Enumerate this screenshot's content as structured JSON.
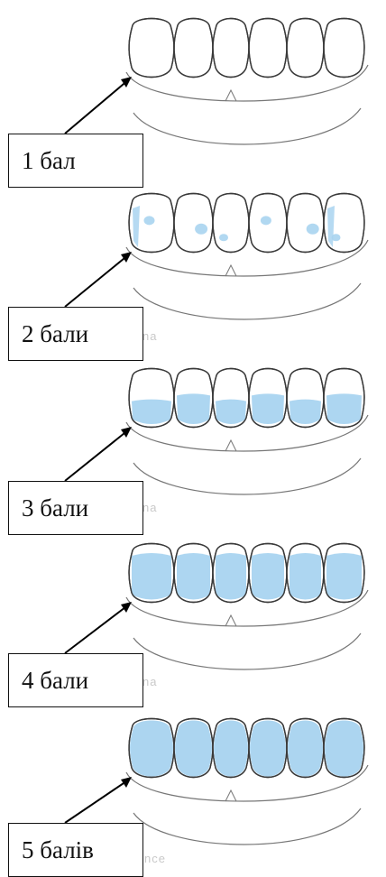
{
  "stages": [
    {
      "label": "1 бал",
      "score": 1,
      "faint": ""
    },
    {
      "label": "2 бали",
      "score": 2,
      "faint": "na"
    },
    {
      "label": "3 бали",
      "score": 3,
      "faint": "na"
    },
    {
      "label": "4 бали",
      "score": 4,
      "faint": "na"
    },
    {
      "label": "5 балів",
      "score": 5,
      "faint": "nce"
    }
  ],
  "colors": {
    "plaque": "#a9d4f0",
    "line": "#3a3a3a",
    "gum": "#777777"
  }
}
